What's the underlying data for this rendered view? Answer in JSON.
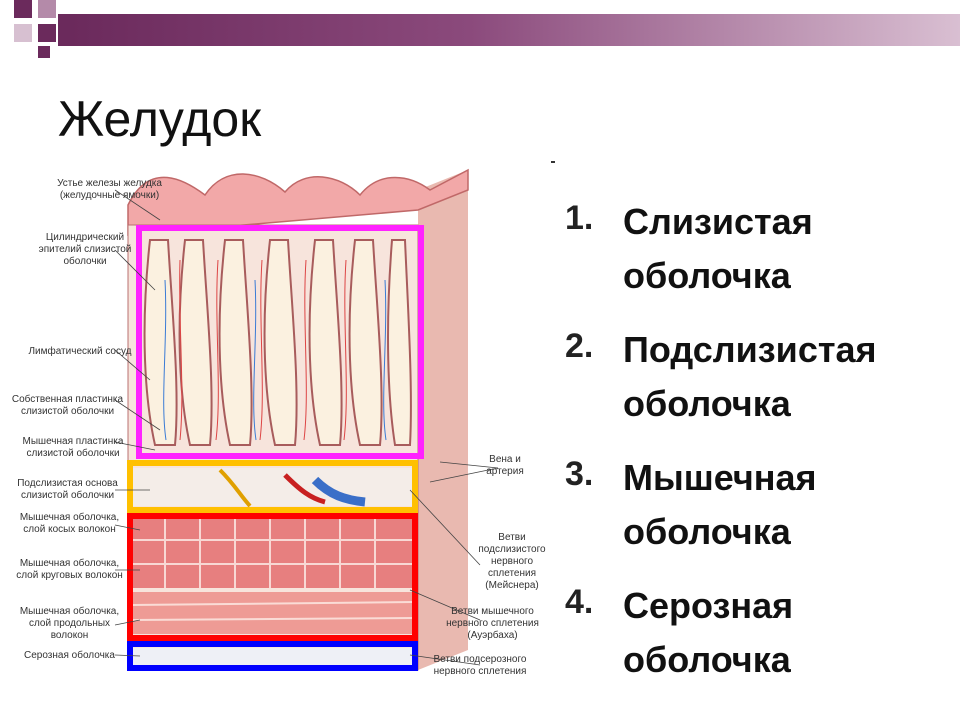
{
  "slide": {
    "title": "Желудок",
    "accent_color": "#6b2a5c",
    "layers": [
      {
        "number": "1.",
        "line1": "Слизистая",
        "line2": "оболочка",
        "color": "#ff22ff"
      },
      {
        "number": "2.",
        "line1": "Подслизистая",
        "line2": "оболочка",
        "color": "#ffc000"
      },
      {
        "number": "3.",
        "line1": "Мышечная",
        "line2": "оболочка",
        "color": "#ff0000"
      },
      {
        "number": "4.",
        "line1": "Серозная",
        "line2": "оболочка",
        "color": "#0000ff"
      }
    ]
  },
  "diagram": {
    "left_labels": [
      "Устье железы желудка (желудочные ямочки)",
      "Цилиндрический эпителий слизистой оболочки",
      "Лимфатический сосуд",
      "Собственная пластинка слизистой оболочки",
      "Мышечная пластинка слизистой оболочки",
      "Подслизистая основа слизистой оболочки",
      "Мышечная оболочка, слой косых волокон",
      "Мышечная оболочка, слой круговых волокон",
      "Мышечная оболочка, слой продольных волокон",
      "Серозная оболочка"
    ],
    "right_labels": [
      "Вена и артерия",
      "Ветви подслизистого нервного сплетения (Мейснера)",
      "Ветви мышечного нервного сплетения (Ауэрбаха)",
      "Ветви подсерозного нервного сплетения"
    ]
  }
}
